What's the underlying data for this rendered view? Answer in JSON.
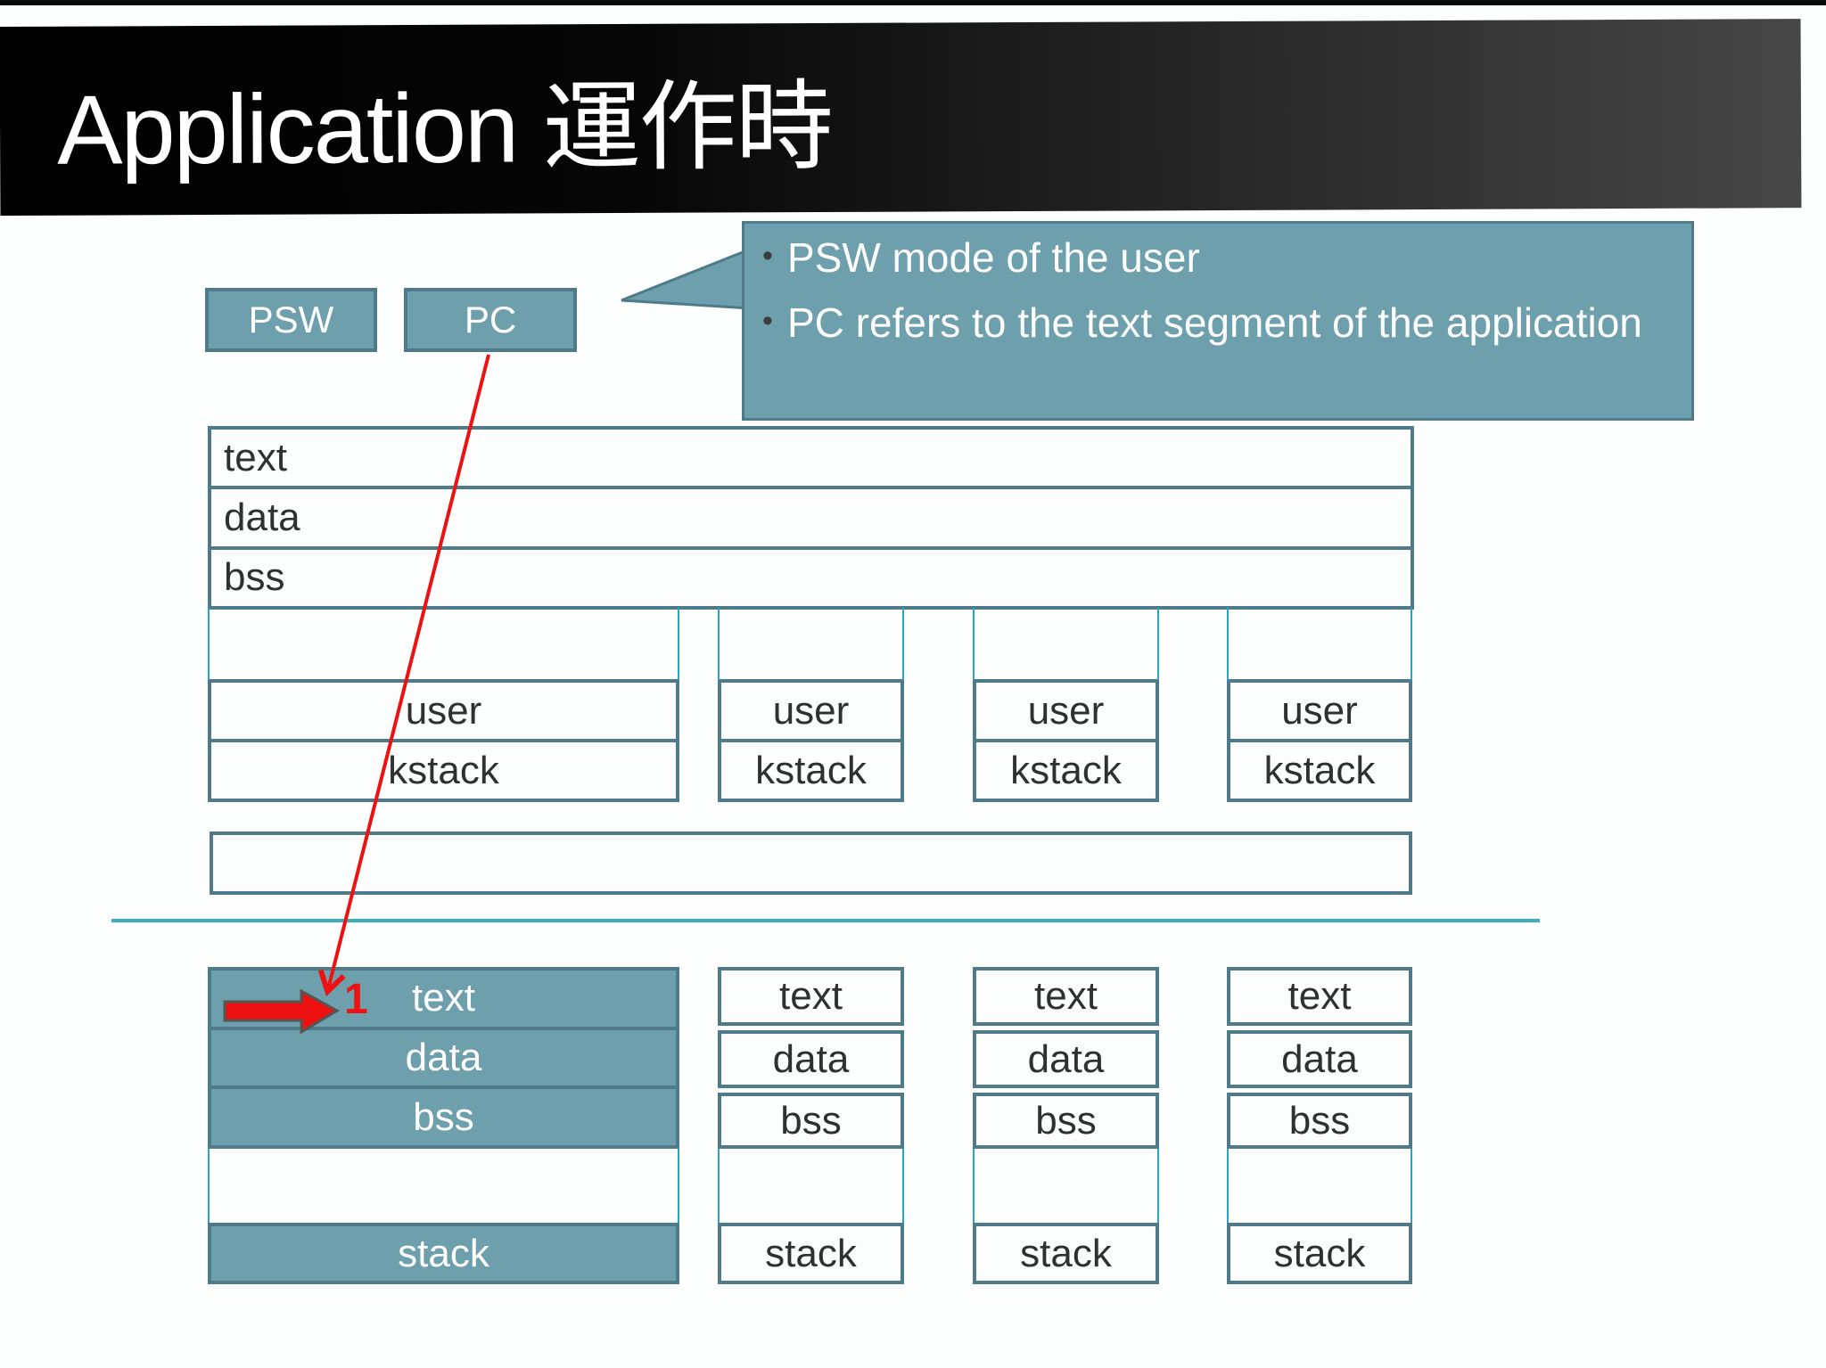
{
  "title": "Application 運作時",
  "registers": {
    "psw": "PSW",
    "pc": "PC"
  },
  "callout": {
    "bullets": [
      "PSW mode of the user",
      "PC refers to the text segment of the application"
    ]
  },
  "kernel_map": {
    "segments": [
      "text",
      "data",
      "bss"
    ]
  },
  "process_table": {
    "columns": [
      {
        "user": "user",
        "kstack": "kstack"
      },
      {
        "user": "user",
        "kstack": "kstack"
      },
      {
        "user": "user",
        "kstack": "kstack"
      },
      {
        "user": "user",
        "kstack": "kstack"
      }
    ]
  },
  "pc_marker": {
    "label": "1"
  },
  "applications": {
    "columns": [
      {
        "segments": [
          "text",
          "data",
          "bss"
        ],
        "stack": "stack",
        "highlighted": true
      },
      {
        "segments": [
          "text",
          "data",
          "bss"
        ],
        "stack": "stack",
        "highlighted": false
      },
      {
        "segments": [
          "text",
          "data",
          "bss"
        ],
        "stack": "stack",
        "highlighted": false
      },
      {
        "segments": [
          "text",
          "data",
          "bss"
        ],
        "stack": "stack",
        "highlighted": false
      }
    ]
  },
  "colors": {
    "teal_fill": "#6d9fad",
    "box_border": "#4f7a8a",
    "separator": "#4e7a89",
    "lane_blue": "#2aa5c5",
    "divider_teal": "#3aafbc",
    "arrow_red": "#ee1111",
    "banner_left": "#000000",
    "banner_right": "#474747",
    "label_dark": "#303030"
  }
}
